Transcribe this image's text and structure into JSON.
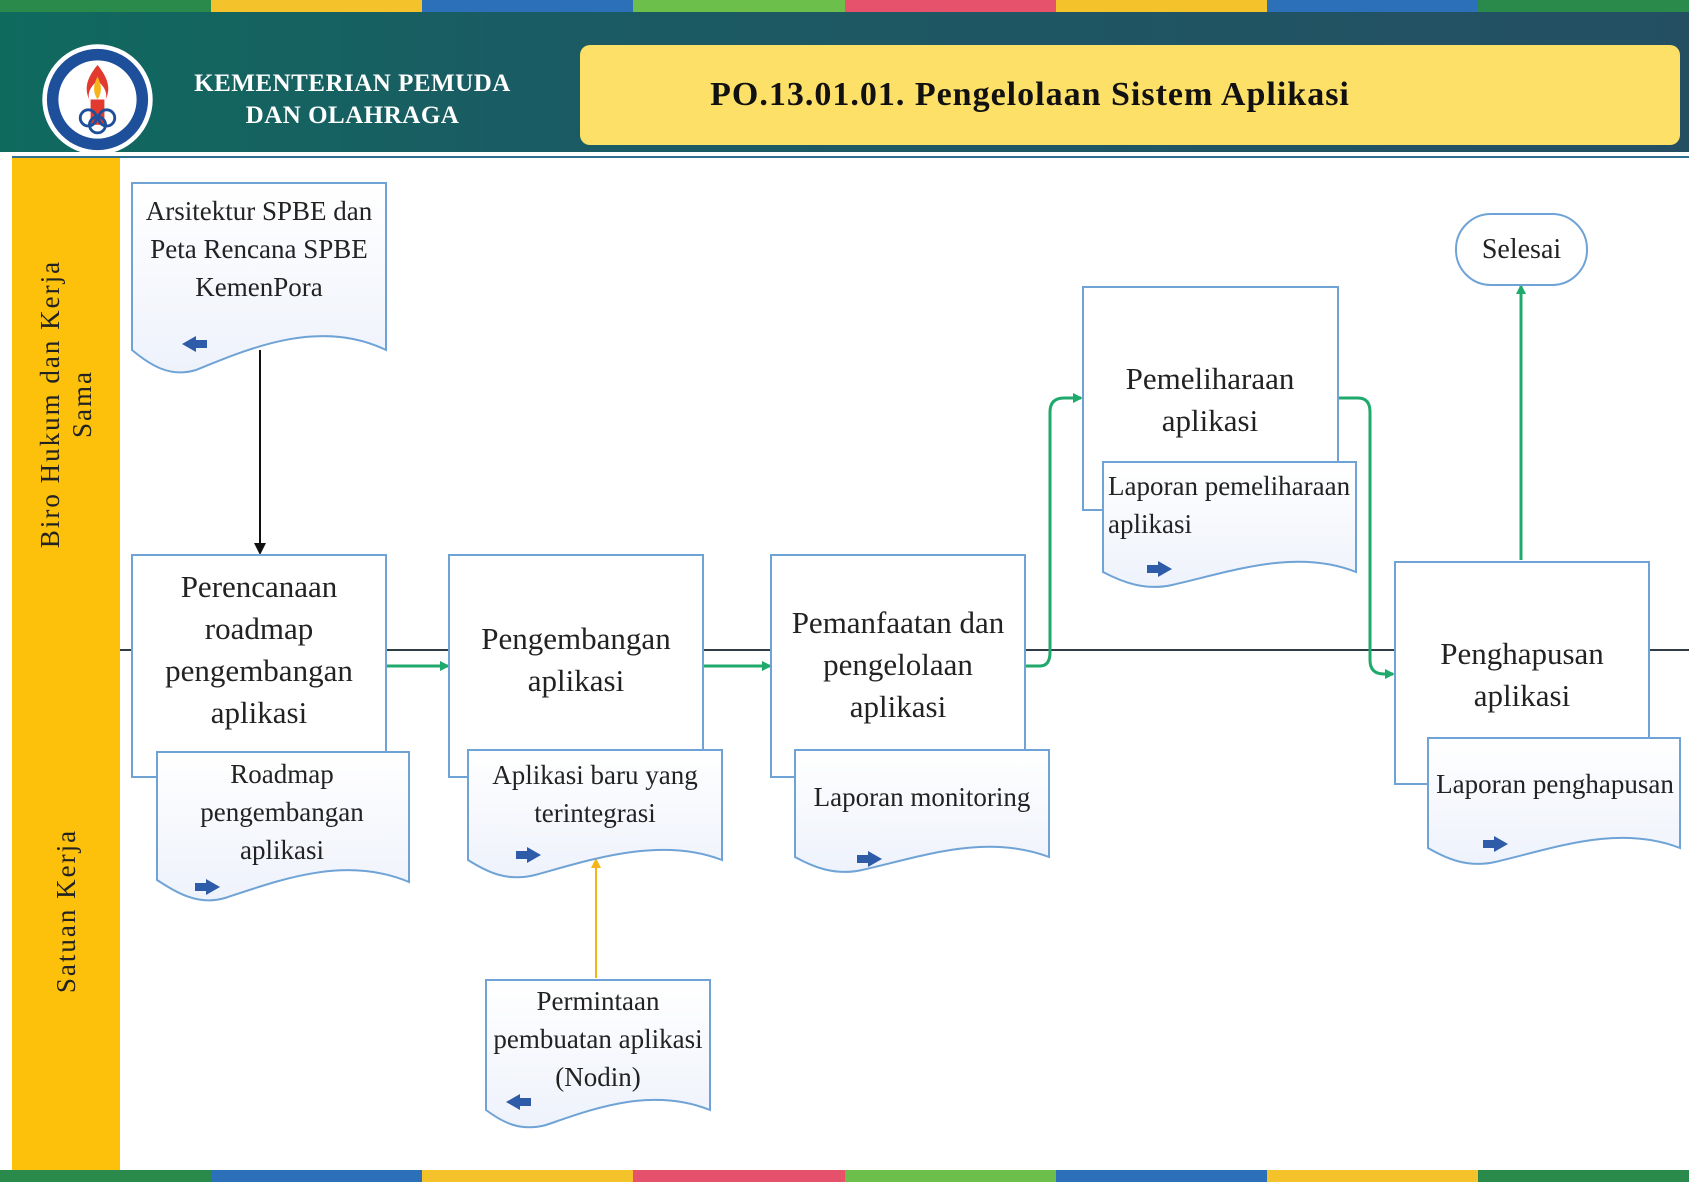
{
  "header": {
    "ministry_line1": "KEMENTERIAN PEMUDA",
    "ministry_line2": "DAN OLAHRAGA",
    "title": "PO.13.01.01.  Pengelolaan Sistem Aplikasi"
  },
  "lanes": [
    {
      "label_line1": "Biro Hukum dan Kerja",
      "label_line2": "Sama"
    },
    {
      "label_line1": "Satuan Kerja"
    }
  ],
  "processes": {
    "perencanaan": "Perencanaan roadmap pengembangan aplikasi",
    "pengembangan": "Pengembangan aplikasi",
    "pemanfaatan": "Pemanfaatan dan pengelolaan aplikasi",
    "pemeliharaan": "Pemeliharaan aplikasi",
    "penghapusan": "Penghapusan aplikasi"
  },
  "documents": {
    "arsitektur": "Arsitektur SPBE dan Peta Rencana SPBE KemenPora",
    "roadmap": "Roadmap pengembangan aplikasi",
    "aplikasi_baru": "Aplikasi baru yang terintegrasi",
    "permintaan": "Permintaan pembuatan aplikasi (Nodin)",
    "laporan_monitoring": "Laporan monitoring",
    "laporan_pemeliharaan": "Laporan pemeliharaan aplikasi",
    "laporan_penghapusan": "Laporan penghapusan"
  },
  "terminator": {
    "selesai": "Selesai"
  },
  "colors": {
    "header_bg": "#1a5c63",
    "title_bg": "#fde067",
    "lane_label_bg": "#fdc10c",
    "box_border": "#6fa3d6",
    "flow_arrow": "#1fa96b",
    "input_arrow": "#111111",
    "request_arrow": "#f5b41a",
    "doc_arrow_icon": "#2e5ca8"
  }
}
